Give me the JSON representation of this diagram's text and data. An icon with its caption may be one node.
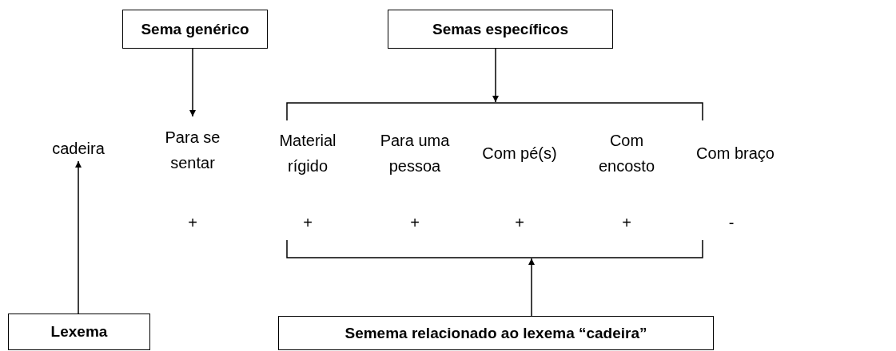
{
  "diagram": {
    "nodes": [
      {
        "text": [
          "Sema genérico"
        ]
      },
      {
        "text": [
          "Semas específicos"
        ]
      },
      {
        "text": [],
        "shape": "bracket"
      },
      {
        "text": [
          "cadeira"
        ]
      },
      {
        "text": [
          "Para se sentar"
        ]
      },
      {
        "text": [
          "Material rígido"
        ]
      },
      {
        "text": [
          "Para uma pessoa"
        ]
      },
      {
        "text": [
          "Com pé(s)"
        ]
      },
      {
        "text": [
          "Com encosto"
        ]
      },
      {
        "text": [
          "Com braço"
        ]
      },
      {
        "text": [],
        "shape": "bracket"
      },
      {
        "text": [
          "Lexema"
        ]
      },
      {
        "text": [
          "Semema relacionado ao lexema “cadeira”"
        ]
      }
    ],
    "edges": [
      {
        "from": 0,
        "to": 4,
        "arrow": "to"
      },
      {
        "from": 1,
        "to": 2,
        "arrow": "to"
      },
      {
        "from": 11,
        "to": 3,
        "arrow": "to"
      },
      {
        "from": 12,
        "to": 10,
        "arrow": "to"
      }
    ],
    "labels": [
      "+",
      "+",
      "+",
      "+",
      "+",
      "-"
    ]
  }
}
